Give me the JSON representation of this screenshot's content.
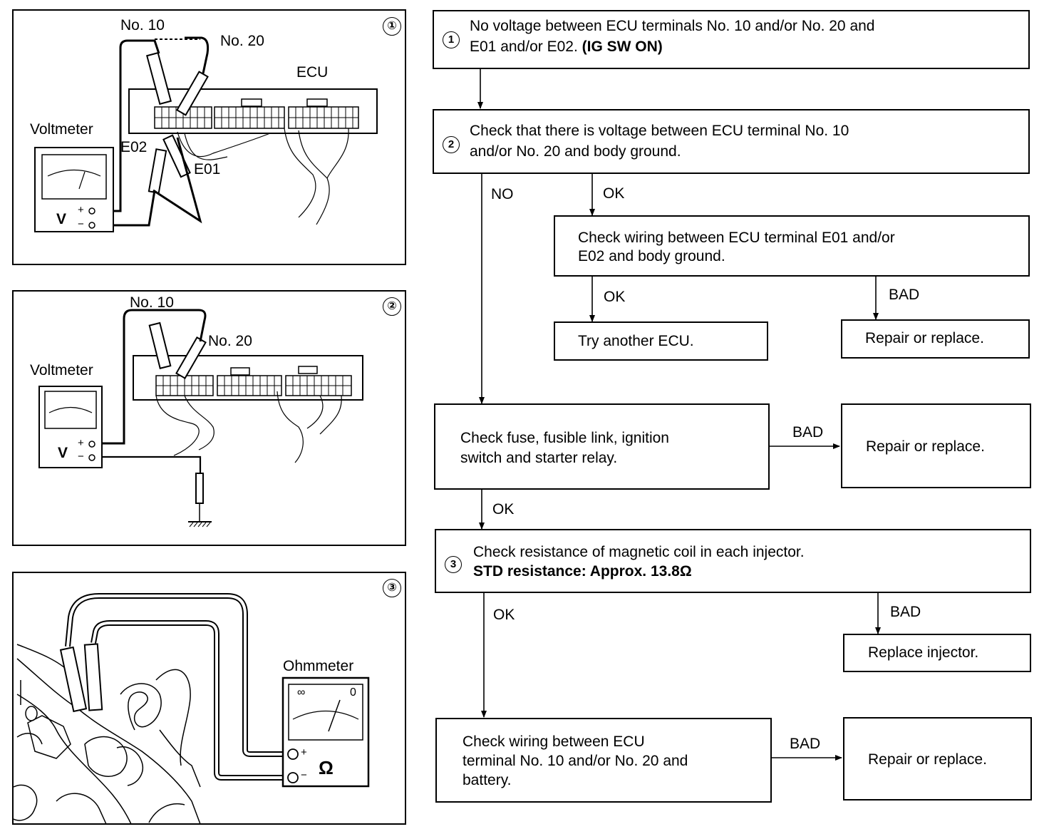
{
  "panels": [
    {
      "number": "①",
      "labels": {
        "no10": "No. 10",
        "no20": "No. 20",
        "ecu": "ECU",
        "meter": "Voltmeter",
        "e02": "E02",
        "e01": "E01",
        "meter_symbol": "V",
        "plus": "+",
        "minus": "−"
      }
    },
    {
      "number": "②",
      "labels": {
        "no10": "No. 10",
        "no20": "No. 20",
        "meter": "Voltmeter",
        "meter_symbol": "V",
        "plus": "+",
        "minus": "−"
      }
    },
    {
      "number": "③",
      "labels": {
        "meter": "Ohmmeter",
        "meter_symbol": "Ω",
        "inf": "∞",
        "zero": "0",
        "plus": "+",
        "minus": "−"
      }
    }
  ],
  "flow": {
    "box1": {
      "step": "1",
      "line1": "No voltage between ECU terminals No. 10 and/or No. 20 and",
      "line2a": "E01 and/or E02. ",
      "line2b": "(IG SW ON)"
    },
    "box2": {
      "step": "2",
      "line1": "Check that there is voltage between ECU terminal No. 10",
      "line2": "and/or No. 20 and body ground."
    },
    "box_wiring": {
      "line1": "Check wiring between ECU terminal E01 and/or",
      "line2": "E02 and body ground."
    },
    "box_try": "Try another ECU.",
    "box_repair1": "Repair or replace.",
    "box_fuse": {
      "line1": "Check fuse, fusible link, ignition",
      "line2": "switch and starter relay."
    },
    "box_repair2": "Repair or replace.",
    "box3": {
      "step": "3",
      "line1": "Check resistance of magnetic coil in each injector.",
      "line2": "STD resistance:  Approx. 13.8Ω"
    },
    "box_replace_inj": "Replace injector.",
    "box_battery": {
      "line1": "Check wiring between ECU",
      "line2": "terminal No. 10 and/or No. 20 and",
      "line3": "battery."
    },
    "box_repair3": "Repair or replace.",
    "labels": {
      "no": "NO",
      "ok1": "OK",
      "ok2": "OK",
      "bad1": "BAD",
      "bad2": "BAD",
      "ok3": "OK",
      "ok4": "OK",
      "bad3": "BAD",
      "bad4": "BAD"
    }
  }
}
